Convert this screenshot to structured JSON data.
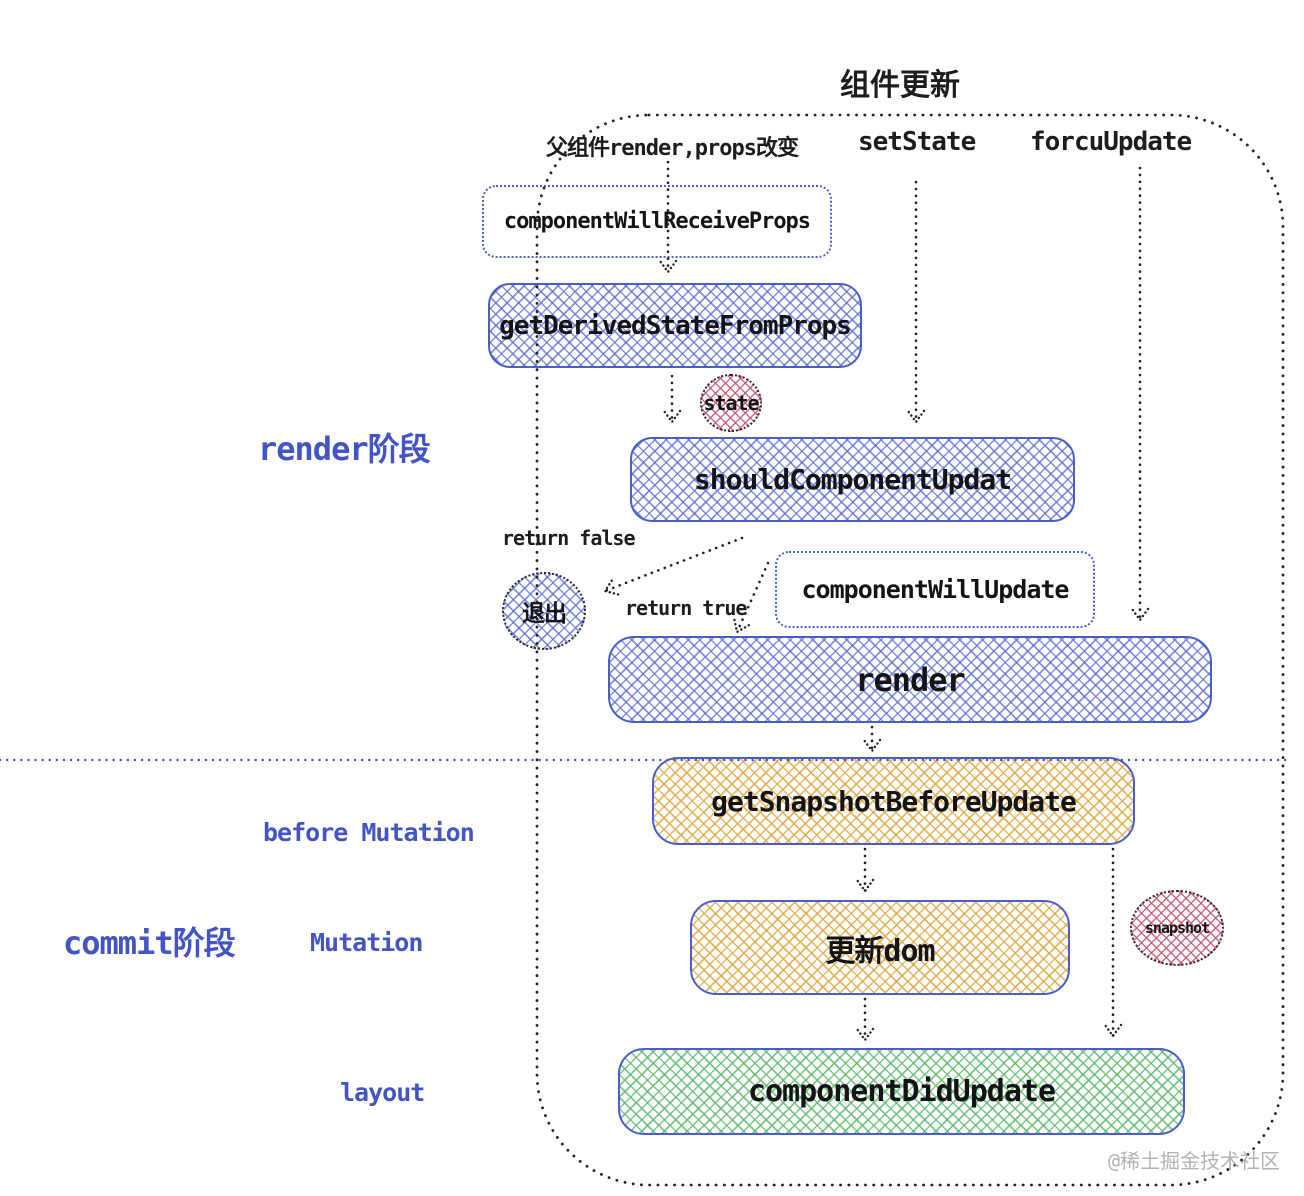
{
  "title": "组件更新",
  "triggers": {
    "parent_render": "父组件render,props改变",
    "set_state": "setState",
    "force_update": "forcuUpdate"
  },
  "phases": {
    "render_phase": "render阶段",
    "commit_phase": "commit阶段",
    "before_mutation": "before Mutation",
    "mutation": "Mutation",
    "layout": "layout"
  },
  "nodes": {
    "component_will_receive_props": "componentWillReceiveProps",
    "get_derived_state_from_props": "getDerivedStateFromProps",
    "should_component_update": "shouldComponentUpdat",
    "component_will_update": "componentWillUpdate",
    "render": "render",
    "get_snapshot_before_update": "getSnapshotBeforeUpdate",
    "update_dom": "更新dom",
    "component_did_update": "componentDidUpdate"
  },
  "badges": {
    "state": "state",
    "exit": "退出",
    "snapshot": "snapshot"
  },
  "edge_labels": {
    "return_false": "return false",
    "return_true": "return true"
  },
  "watermark": "@稀土掘金技术社区",
  "colors": {
    "box_border_blue": "#4a5ec9",
    "hatch_blue": "#586cd6",
    "hatch_orange": "#e0a63e",
    "hatch_green": "#5cba68",
    "hatch_pink": "#c6526e",
    "phase_label_blue": "#4355c4",
    "text_black": "#1d1d1f",
    "watermark_gray": "#b3b3b3",
    "divider_blue": "#4353c2"
  }
}
